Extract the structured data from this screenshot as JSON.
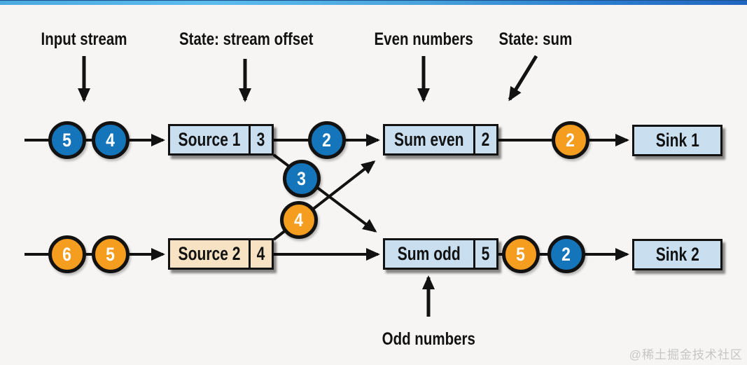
{
  "annotations": {
    "input_stream": "Input stream",
    "state_stream_offset": "State: stream offset",
    "even_numbers": "Even numbers",
    "state_sum": "State: sum",
    "odd_numbers": "Odd numbers"
  },
  "nodes": {
    "source1": {
      "label": "Source 1",
      "state": "3"
    },
    "sum_even": {
      "label": "Sum even",
      "state": "2"
    },
    "sink1": {
      "label": "Sink 1"
    },
    "source2": {
      "label": "Source 2",
      "state": "4"
    },
    "sum_odd": {
      "label": "Sum odd",
      "state": "5"
    },
    "sink2": {
      "label": "Sink 2"
    }
  },
  "tokens": {
    "input_even_1": {
      "value": "5",
      "color": "blue"
    },
    "input_even_2": {
      "value": "4",
      "color": "blue"
    },
    "even_to_sum_even": {
      "value": "2",
      "color": "blue"
    },
    "cross_to_sum_odd": {
      "value": "3",
      "color": "blue"
    },
    "cross_to_sum_even": {
      "value": "4",
      "color": "orange"
    },
    "sum_even_result": {
      "value": "2",
      "color": "orange"
    },
    "input_odd_1": {
      "value": "6",
      "color": "orange"
    },
    "input_odd_2": {
      "value": "5",
      "color": "orange"
    },
    "sum_odd_result_1": {
      "value": "5",
      "color": "orange"
    },
    "sum_odd_result_2": {
      "value": "2",
      "color": "blue"
    }
  },
  "colors": {
    "token_blue": "#1575BA",
    "token_orange": "#F49D1E",
    "box_light_blue": "#C9DFF0",
    "box_tan": "#F7E3C4",
    "line_black": "#121212",
    "topbar_blue_left": "#5CBCEC",
    "topbar_blue_right": "#2066BF"
  },
  "watermark": "@稀土掘金技术社区"
}
